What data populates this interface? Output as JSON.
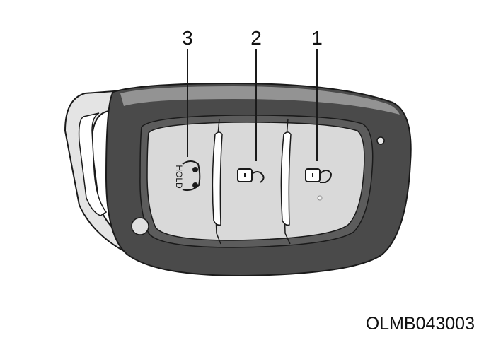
{
  "figure": {
    "reference_code": "OLMB043003",
    "callouts": [
      "1",
      "2",
      "3"
    ],
    "buttons": [
      {
        "number": "1",
        "icon": "lock-icon"
      },
      {
        "number": "2",
        "icon": "unlock-icon"
      },
      {
        "number": "3",
        "icon": "trunk-icon",
        "label": "HOLD"
      }
    ],
    "colors": {
      "key_body": "#4a4a4a",
      "key_face": "#d9d9d9",
      "blade": "#e2e2e2",
      "outline": "#1a1a1a"
    }
  }
}
